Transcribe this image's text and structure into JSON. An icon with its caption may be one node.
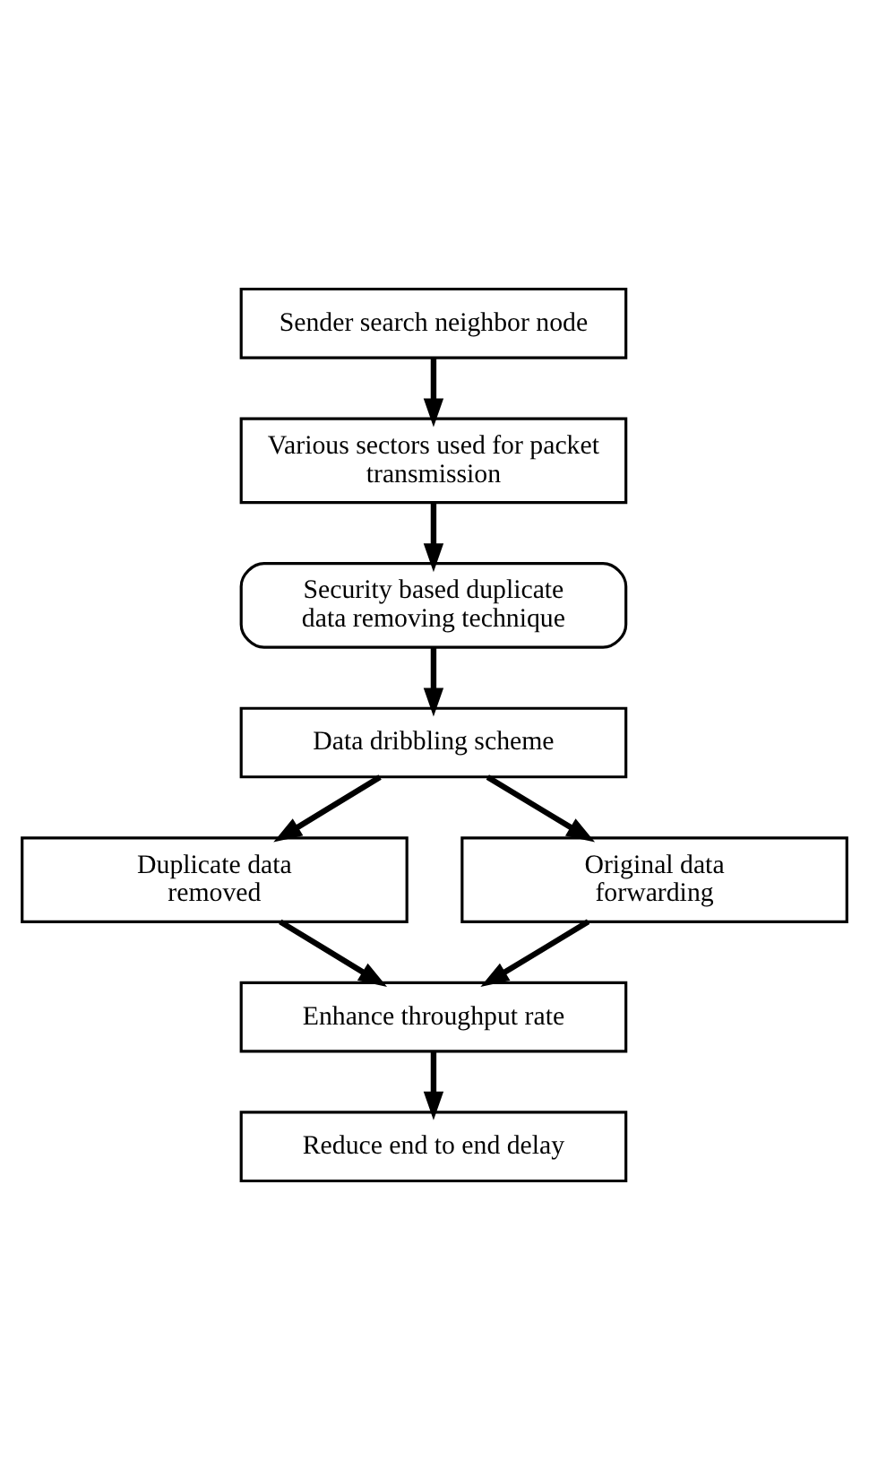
{
  "diagram": {
    "nodes": [
      {
        "text": [
          "Sender search neighbor node"
        ]
      },
      {
        "text": [
          "Various sectors used for packet transmission"
        ]
      },
      {
        "text": [
          "Security based duplicate data removing technique"
        ]
      },
      {
        "text": [
          "Data dribbling scheme"
        ]
      },
      {
        "text": [
          "Duplicate data removed"
        ]
      },
      {
        "text": [
          "Original data forwarding"
        ]
      },
      {
        "text": [
          "Enhance throughput rate"
        ]
      },
      {
        "text": [
          "Reduce end to end delay"
        ]
      }
    ],
    "edges": [
      {
        "from": 0,
        "to": 1,
        "arrow": "to"
      },
      {
        "from": 1,
        "to": 2,
        "arrow": "to"
      },
      {
        "from": 2,
        "to": 3,
        "arrow": "to"
      },
      {
        "from": 3,
        "to": 4,
        "arrow": "to"
      },
      {
        "from": 3,
        "to": 5,
        "arrow": "to"
      },
      {
        "from": 4,
        "to": 6,
        "arrow": "to"
      },
      {
        "from": 5,
        "to": 6,
        "arrow": "to"
      },
      {
        "from": 6,
        "to": 7,
        "arrow": "to"
      }
    ]
  }
}
